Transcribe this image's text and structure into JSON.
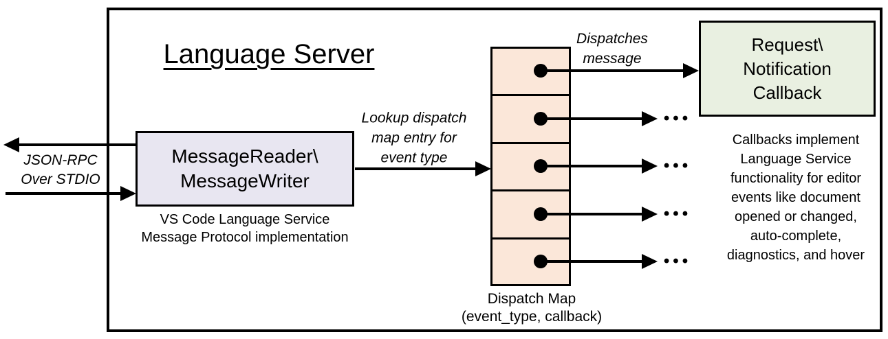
{
  "title": "Language Server",
  "reader_box": {
    "lines": [
      "MessageReader\\",
      "MessageWriter"
    ],
    "caption": [
      "VS Code Language Service",
      "Message Protocol implementation"
    ]
  },
  "stdio_label": [
    "JSON-RPC",
    "Over STDIO"
  ],
  "lookup_label": [
    "Lookup dispatch",
    "map entry for",
    "event type"
  ],
  "dispatches_label": [
    "Dispatches",
    "message"
  ],
  "callback_box": {
    "lines": [
      "Request\\",
      "Notification",
      "Callback"
    ]
  },
  "callbacks_note": [
    "Callbacks implement",
    "Language Service",
    "functionality for editor",
    "events like document",
    "opened or changed,",
    "auto-complete,",
    "diagnostics, and hover"
  ],
  "dispatch_map": {
    "label": [
      "Dispatch Map",
      "(event_type, callback)"
    ],
    "cell_count": 5,
    "ellipsis": "•••"
  },
  "colors": {
    "reader-fill": "#E8E6F1",
    "map-fill": "#FBE7D9",
    "callback-fill": "#E9F0E1",
    "stroke": "#000000"
  }
}
